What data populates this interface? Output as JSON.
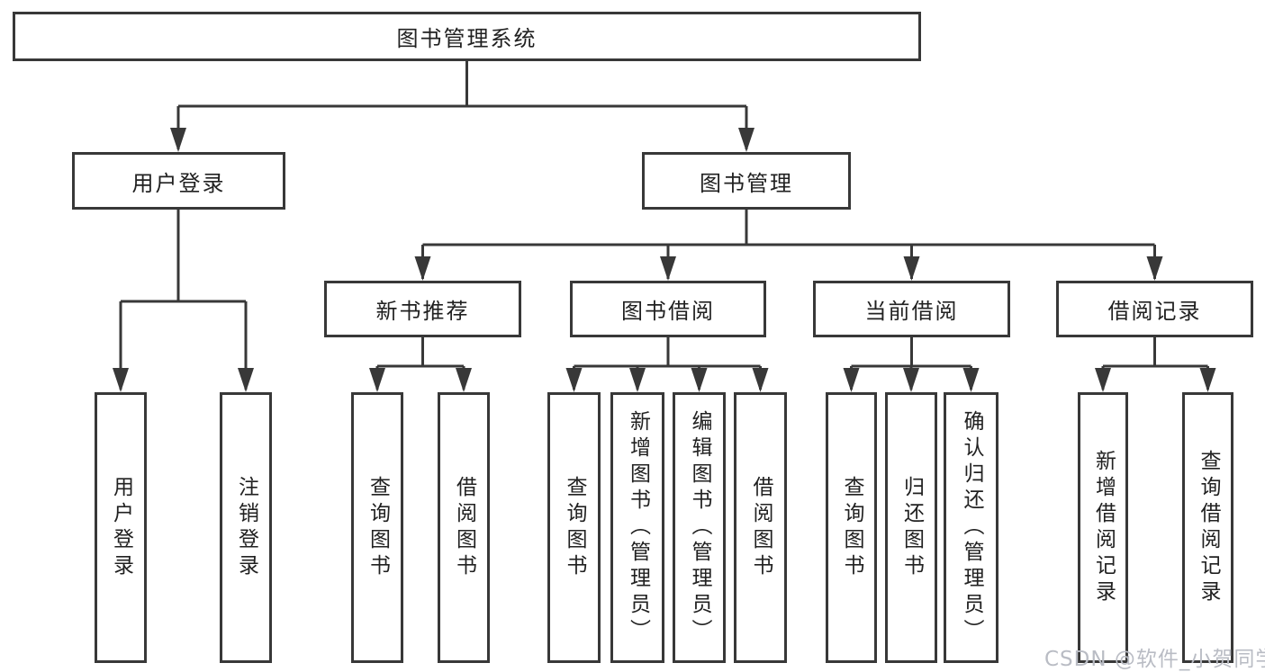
{
  "diagram": {
    "root": {
      "label": "图书管理系统"
    },
    "branches": [
      {
        "label": "用户登录",
        "children": [
          {
            "label": "用户登录"
          },
          {
            "label": "注销登录"
          }
        ]
      },
      {
        "label": "图书管理",
        "children": [
          {
            "label": "新书推荐",
            "children": [
              {
                "label": "查询图书"
              },
              {
                "label": "借阅图书"
              }
            ]
          },
          {
            "label": "图书借阅",
            "children": [
              {
                "label": "查询图书"
              },
              {
                "label": "新增图书（管理员）"
              },
              {
                "label": "编辑图书（管理员）"
              },
              {
                "label": "借阅图书"
              }
            ]
          },
          {
            "label": "当前借阅",
            "children": [
              {
                "label": "查询图书"
              },
              {
                "label": "归还图书"
              },
              {
                "label": "确认归还（管理员）"
              }
            ]
          },
          {
            "label": "借阅记录",
            "children": [
              {
                "label": "新增借阅记录"
              },
              {
                "label": "查询借阅记录"
              }
            ]
          }
        ]
      }
    ]
  },
  "watermark": {
    "text": "CSDN @软件_小贺同学"
  },
  "colors": {
    "line": "#383838",
    "border": "#383838",
    "text": "#212121",
    "background": "#ffffff",
    "watermark": "#b9bcc4"
  }
}
